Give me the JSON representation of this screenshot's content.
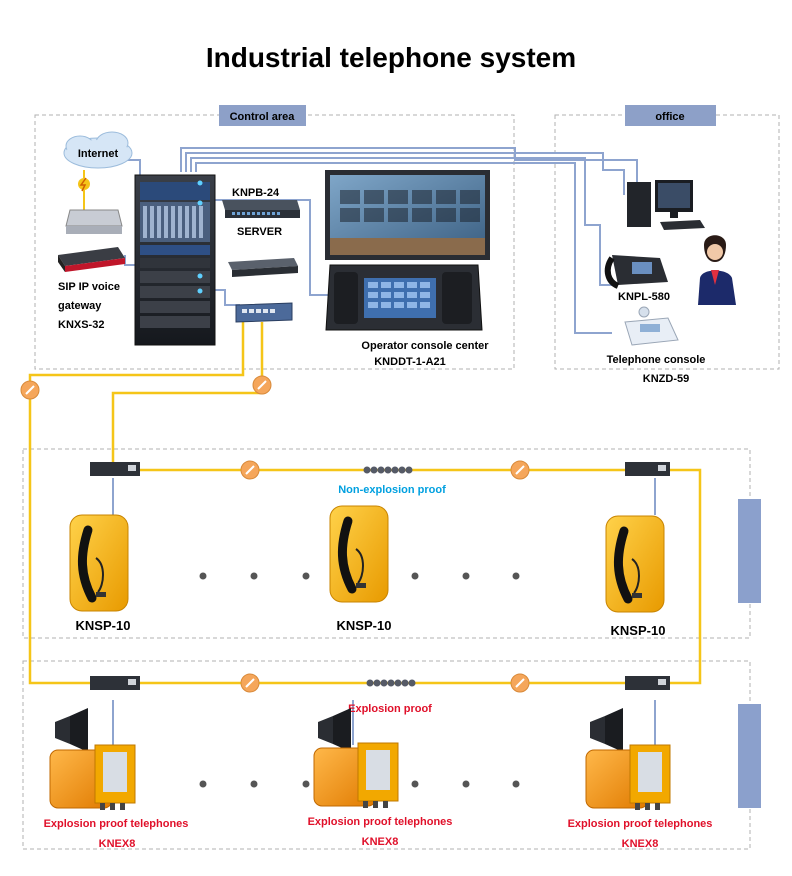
{
  "title": "Industrial telephone system",
  "areas": {
    "control": "Control area",
    "office": "office"
  },
  "labels": {
    "internet": "Internet",
    "knpb": "KNPB-24",
    "server": "SERVER",
    "gateway_1": "SIP IP voice",
    "gateway_2": "gateway",
    "gateway_3": "KNXS-32",
    "console_1": "Operator console center",
    "console_2": "KNDDT-1-A21",
    "knpl": "KNPL-580",
    "tel_console_1": "Telephone console",
    "tel_console_2": "KNZD-59"
  },
  "zones": {
    "non_explosion": "Non-explosion proof",
    "explosion": "Explosion proof"
  },
  "phones": {
    "knsp": [
      "KNSP-10",
      "KNSP-10",
      "KNSP-10"
    ],
    "knex_title": [
      "Explosion proof telephones",
      "Explosion proof telephones",
      "Explosion proof telephones"
    ],
    "knex_model": [
      "KNEX8",
      "KNEX8",
      "KNEX8"
    ]
  },
  "colors": {
    "fiber": "#f5c518",
    "cable": "#8ea4cf",
    "tag": "#8da0c8",
    "zone_blue": "#00a0e0",
    "zone_red": "#e0102a",
    "phone_yellow": "#f2a800",
    "side_bar": "#8ba0cc"
  }
}
